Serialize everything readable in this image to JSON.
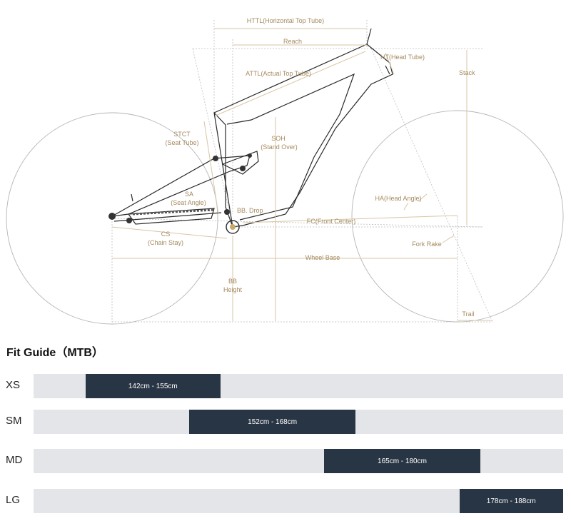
{
  "diagram": {
    "labels": {
      "httl": "HTTL(Horizontal Top Tube)",
      "reach": "Reach",
      "ht": "HT(Head Tube)",
      "attl": "ATTL(Actual Top Tube)",
      "stack": "Stack",
      "stct": "STCT",
      "stct_sub": "(Seat Tube)",
      "soh": "SOH",
      "soh_sub": "(Stand Over)",
      "sa": "SA",
      "sa_sub": "(Seat Angle)",
      "ha": "HA(Head Angle)",
      "bb_drop": "BB. Drop",
      "fc": "FC(Front Center)",
      "cs": "CS",
      "cs_sub": "(Chain Stay)",
      "fork_rake": "Fork Rake",
      "wheel_base": "Wheel Base",
      "bb_height": "BB",
      "bb_height_sub": "Height",
      "trail": "Trail"
    },
    "colors": {
      "annotation": "#a58a5f",
      "dimension_line": "#d8c6a4",
      "frame": "#2a2a2a"
    }
  },
  "fit_guide": {
    "title": "Fit Guide（MTB）",
    "scale_cm": [
      137,
      188
    ],
    "sizes": [
      {
        "label": "XS",
        "range_text": "142cm - 155cm",
        "min": 142,
        "max": 155
      },
      {
        "label": "SM",
        "range_text": "152cm - 168cm",
        "min": 152,
        "max": 168
      },
      {
        "label": "MD",
        "range_text": "165cm - 180cm",
        "min": 165,
        "max": 180
      },
      {
        "label": "LG",
        "range_text": "178cm - 188cm",
        "min": 178,
        "max": 188
      }
    ],
    "colors": {
      "bar": "#283544",
      "track": "#e3e5e8"
    }
  }
}
